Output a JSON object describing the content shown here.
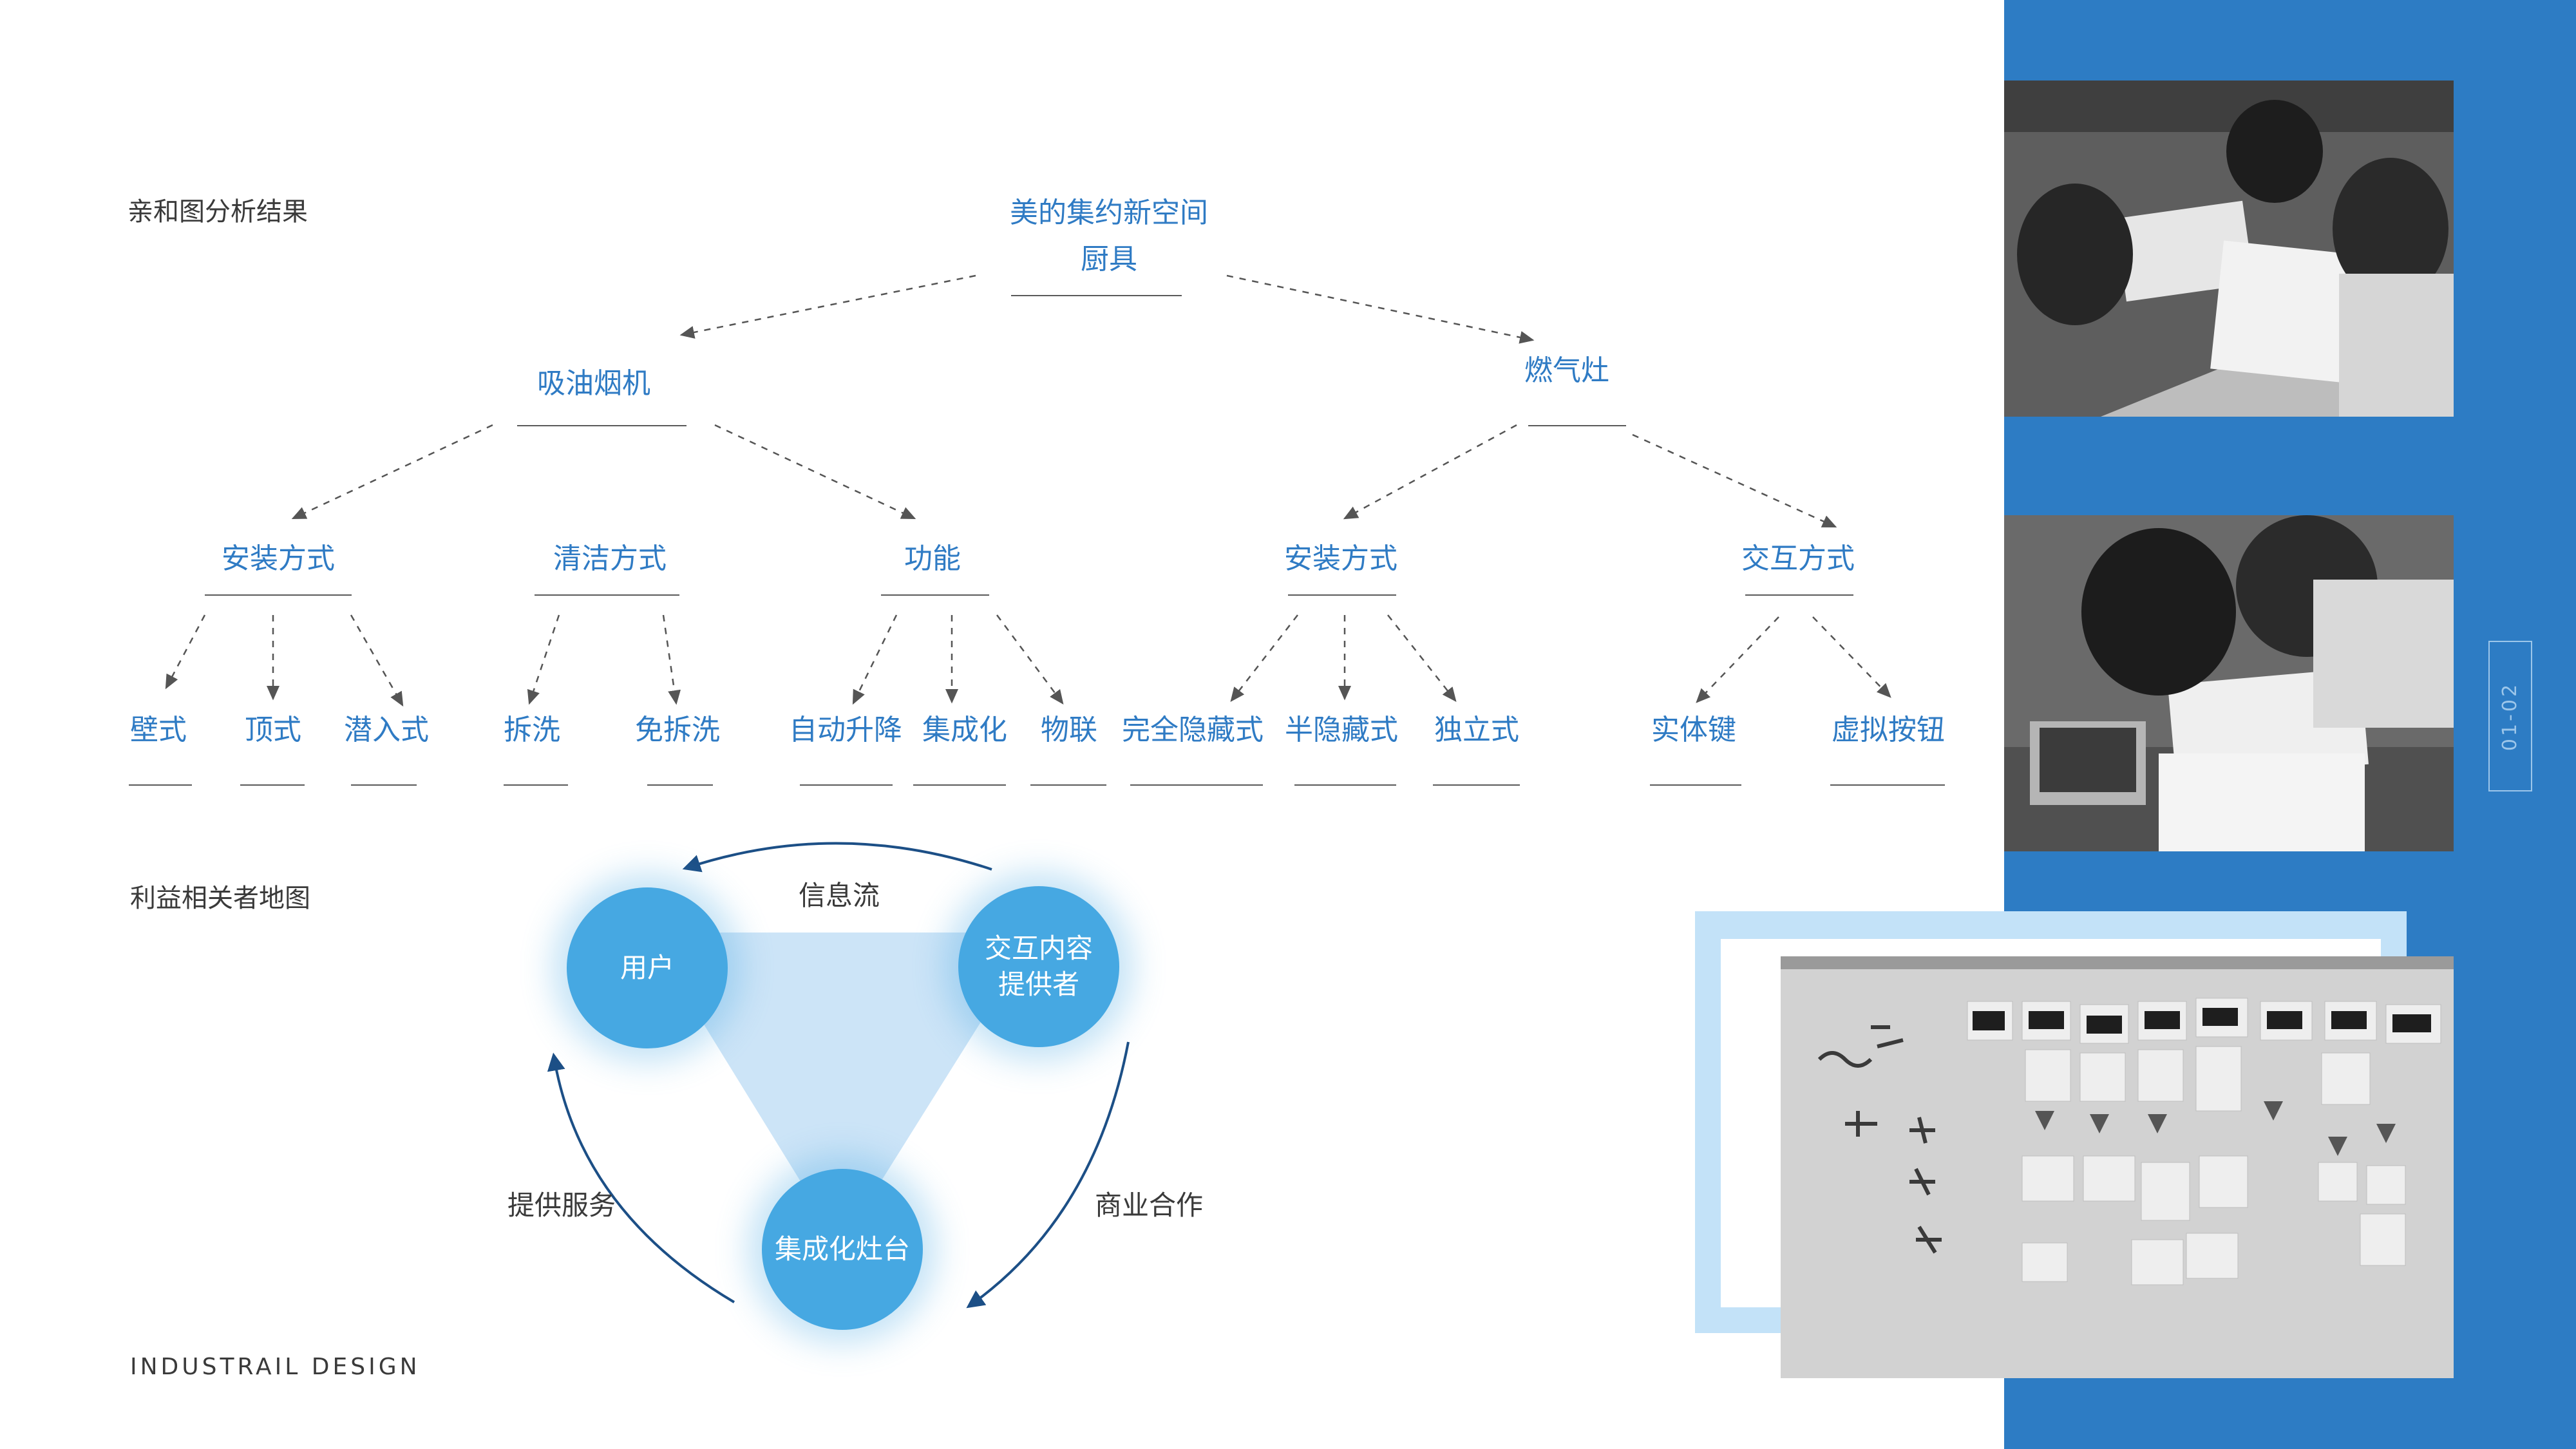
{
  "affinity": {
    "section_title": "亲和图分析结果",
    "root": {
      "line1": "美的集约新空间",
      "line2": "厨具"
    },
    "level1": [
      "吸油烟机",
      "燃气灶"
    ],
    "level2": [
      "安装方式",
      "清洁方式",
      "功能",
      "安装方式",
      "交互方式"
    ],
    "level3": [
      "壁式",
      "顶式",
      "潜入式",
      "拆洗",
      "免拆洗",
      "自动升降",
      "集成化",
      "物联",
      "完全隐藏式",
      "半隐藏式",
      "独立式",
      "实体键",
      "虚拟按钮"
    ]
  },
  "stakeholder": {
    "section_title": "利益相关者地图",
    "nodes": {
      "user": "用户",
      "provider_line1": "交互内容",
      "provider_line2": "提供者",
      "stove": "集成化灶台"
    },
    "flows": {
      "info": "信息流",
      "service": "提供服务",
      "business": "商业合作"
    }
  },
  "footer": "INDUSTRAIL DESIGN",
  "page_number": "01-02",
  "colors": {
    "accent": "#2f7bc4",
    "panel": "#2d7cc4",
    "circle": "#46a8e2",
    "triangle": "#cce4f7",
    "arrow": "#1c4f86"
  }
}
